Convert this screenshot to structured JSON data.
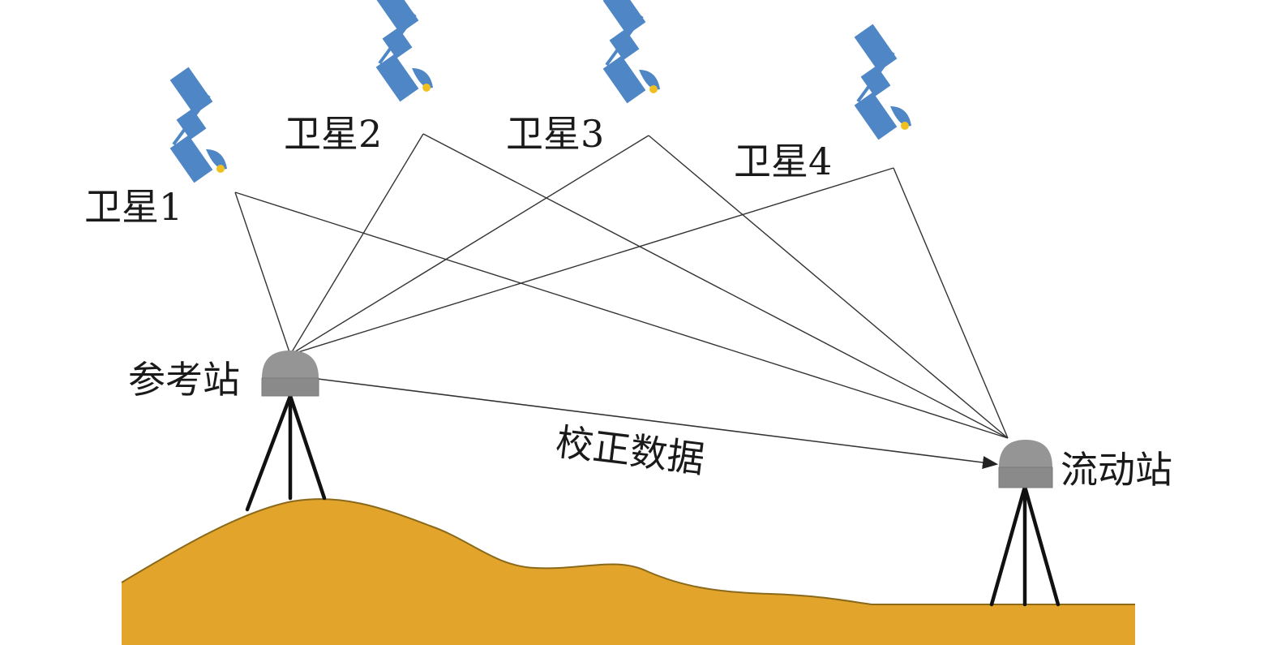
{
  "satellites": [
    {
      "label": "卫星1"
    },
    {
      "label": "卫星2"
    },
    {
      "label": "卫星3"
    },
    {
      "label": "卫星4"
    }
  ],
  "stations": {
    "reference": {
      "label": "参考站"
    },
    "rover": {
      "label": "流动站"
    }
  },
  "link": {
    "label": "校正数据"
  },
  "colors": {
    "satellite": "#4f86c6",
    "terrain": "#e2a42b",
    "receiver": "#959595"
  }
}
